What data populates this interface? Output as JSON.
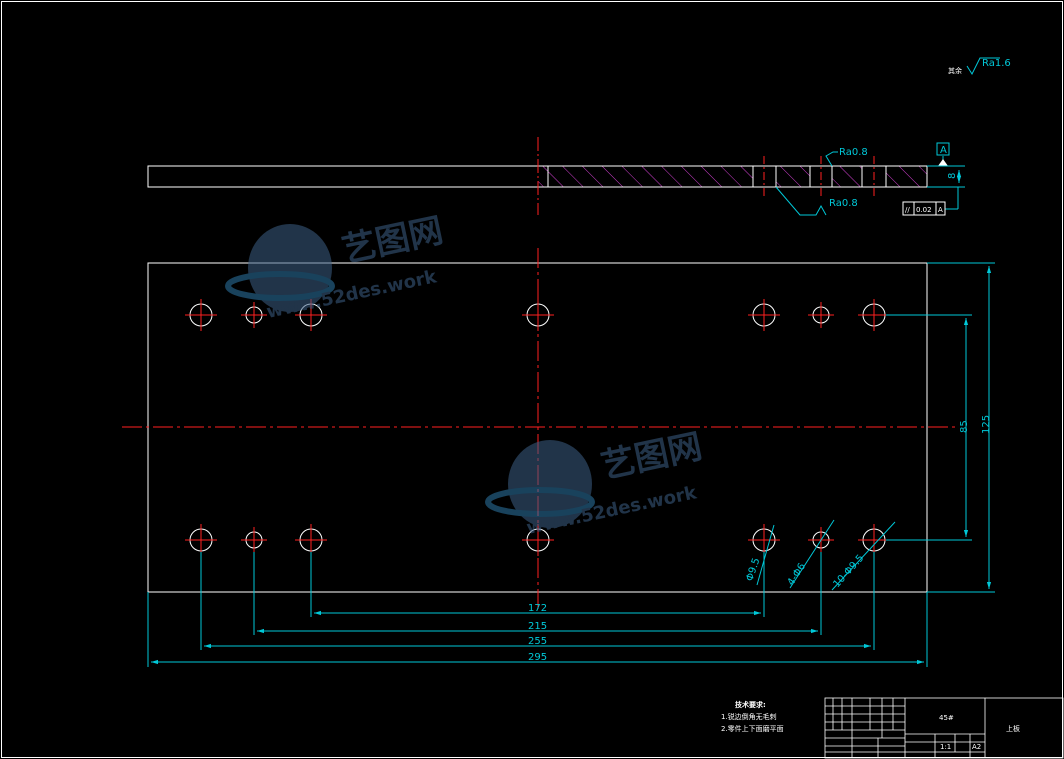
{
  "roughness": {
    "general_mark": "其余",
    "general_value": "Ra1.6",
    "face_value_top": "Ra0.8",
    "face_value_bottom": "Ra0.8"
  },
  "datum": {
    "label": "A"
  },
  "tolerance": {
    "symbol": "//",
    "value": "0.02",
    "datum": "A"
  },
  "dimensions": {
    "thickness": "8",
    "inner_height": "85",
    "outer_height": "125",
    "width_172": "172",
    "width_215": "215",
    "width_255": "255",
    "width_295": "295",
    "hole_large": "Φ9.5",
    "hole_small": "4-Φ6",
    "hole_group": "10-Φ9.5"
  },
  "notes": {
    "heading": "技术要求:",
    "line1": "1.锐边倒角无毛刺",
    "line2": "2.零件上下面磨平面"
  },
  "title_block": {
    "material": "45#",
    "part_name": "上板",
    "scale": "1:1",
    "sheet": "A2"
  },
  "watermarks": [
    {
      "cn": "艺图网",
      "url": "www.52des.work"
    },
    {
      "cn": "艺图网",
      "url": "www.52des.work"
    }
  ]
}
